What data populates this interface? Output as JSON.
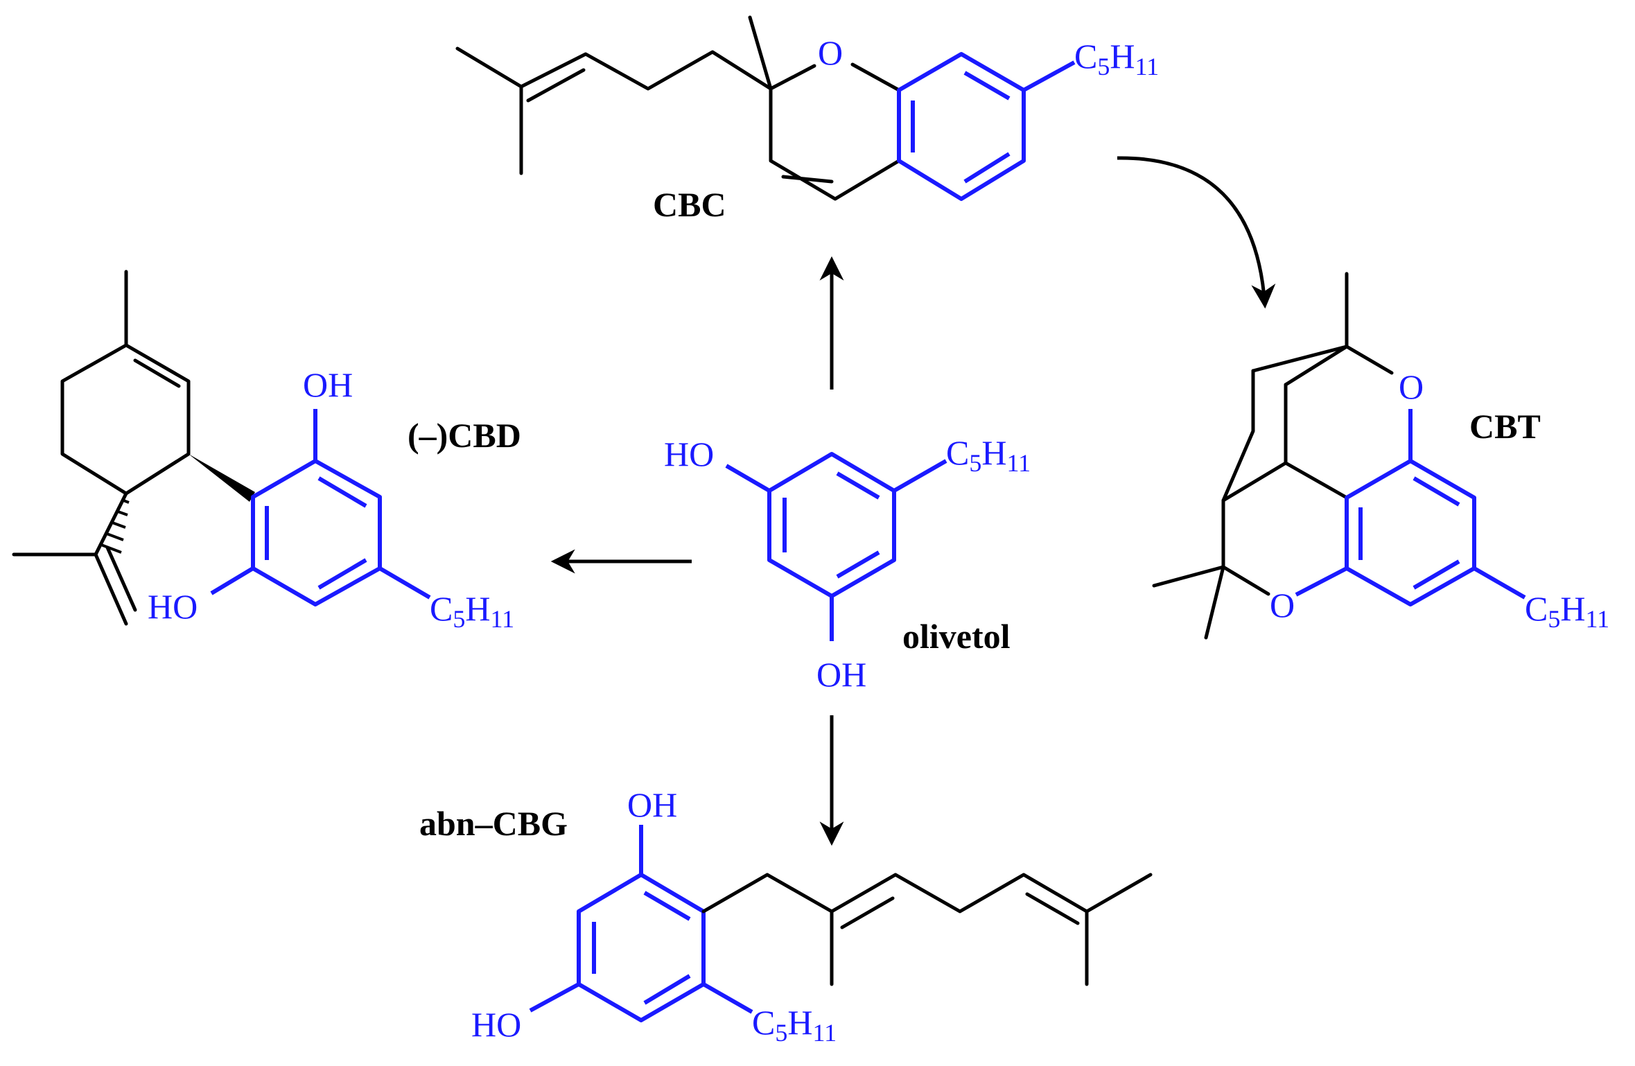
{
  "colors": {
    "core": "#1a1aff",
    "skeleton": "#000000",
    "background": "#ffffff"
  },
  "labels": {
    "cbc": "CBC",
    "cbd": "(–)CBD",
    "cbt": "CBT",
    "olivetol": "olivetol",
    "abn_cbg": "abn–CBG"
  },
  "atoms": {
    "oxygen": "O",
    "hydroxyl": "OH",
    "hydroxyl_left": "HO",
    "pentyl_main": "C",
    "pentyl_sub1": "5",
    "pentyl_h": "H",
    "pentyl_sub2": "11"
  },
  "arrows": [
    {
      "from": "olivetol",
      "to": "CBC"
    },
    {
      "from": "olivetol",
      "to": "(–)CBD"
    },
    {
      "from": "olivetol",
      "to": "abn–CBG"
    },
    {
      "from": "CBC",
      "to": "CBT"
    }
  ]
}
